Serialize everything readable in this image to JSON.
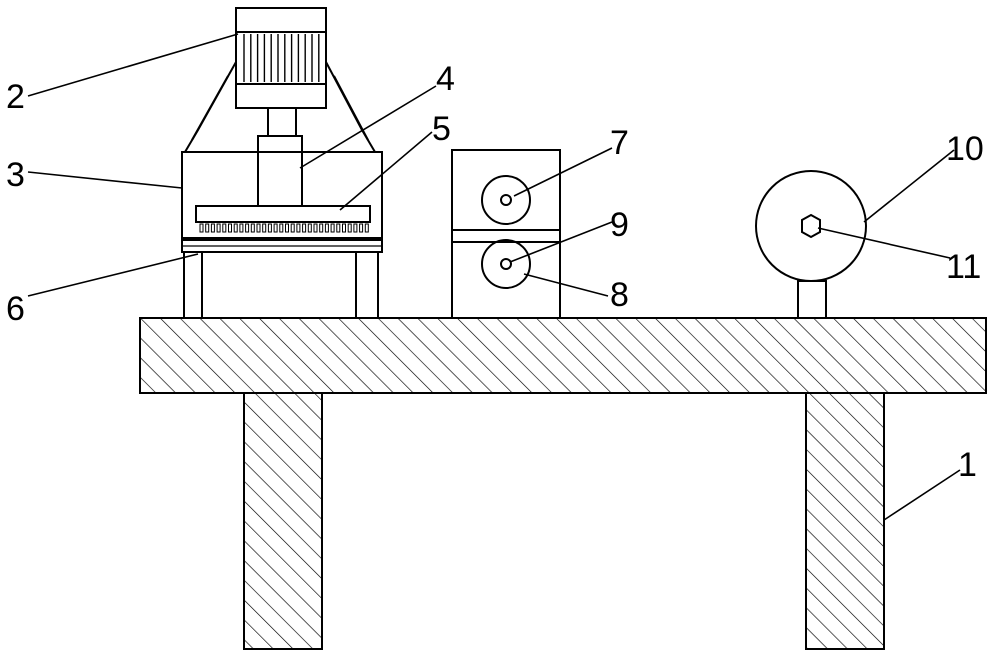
{
  "diagram": {
    "labels": {
      "l1": "1",
      "l2": "2",
      "l3": "3",
      "l4": "4",
      "l5": "5",
      "l6": "6",
      "l7": "7",
      "l8": "8",
      "l9": "9",
      "l10": "10",
      "l11": "11"
    },
    "colors": {
      "stroke": "#000000",
      "background": "#ffffff"
    }
  }
}
